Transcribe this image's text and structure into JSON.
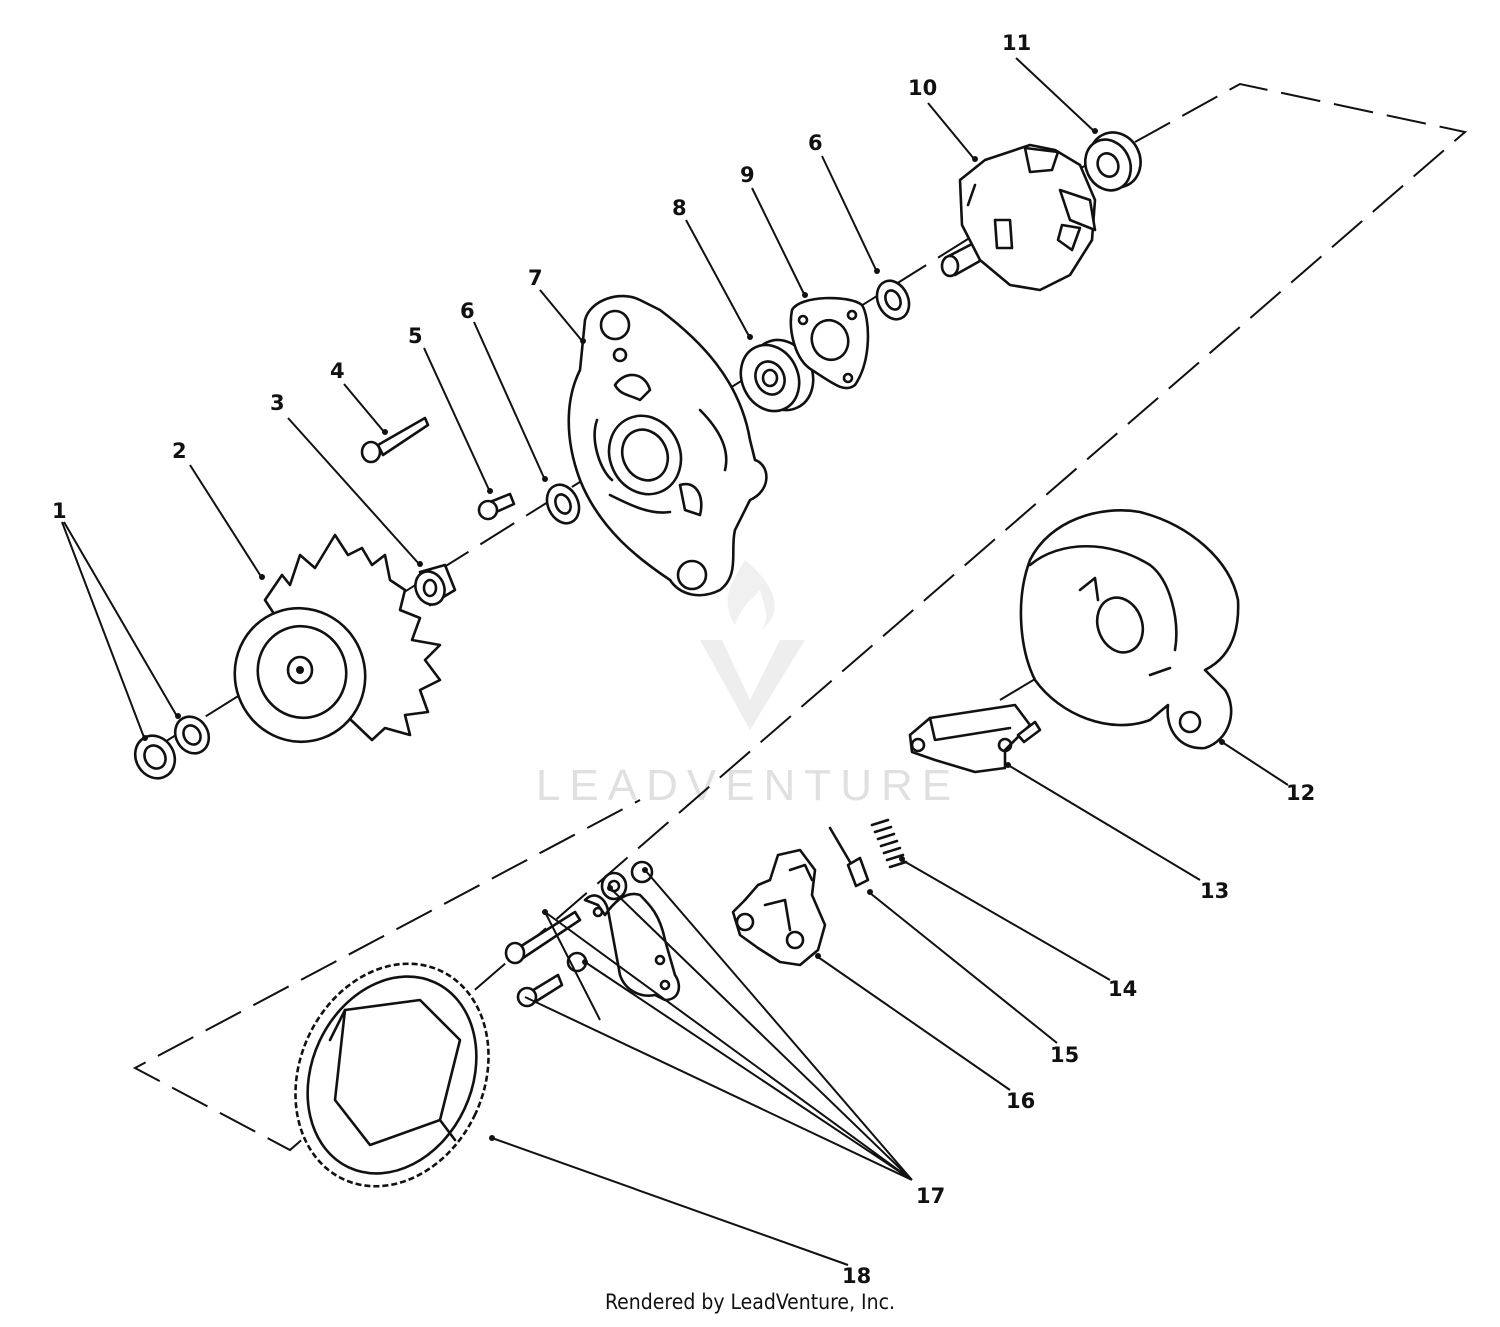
{
  "diagram": {
    "watermark": "LEADVENTURE",
    "credit": "Rendered by LeadVenture, Inc.",
    "callouts": [
      {
        "id": "c1",
        "label": "1"
      },
      {
        "id": "c2",
        "label": "2"
      },
      {
        "id": "c3",
        "label": "3"
      },
      {
        "id": "c4",
        "label": "4"
      },
      {
        "id": "c5",
        "label": "5"
      },
      {
        "id": "c6a",
        "label": "6"
      },
      {
        "id": "c7",
        "label": "7"
      },
      {
        "id": "c8",
        "label": "8"
      },
      {
        "id": "c9",
        "label": "9"
      },
      {
        "id": "c6b",
        "label": "6"
      },
      {
        "id": "c10",
        "label": "10"
      },
      {
        "id": "c11",
        "label": "11"
      },
      {
        "id": "c12",
        "label": "12"
      },
      {
        "id": "c13",
        "label": "13"
      },
      {
        "id": "c14",
        "label": "14"
      },
      {
        "id": "c15",
        "label": "15"
      },
      {
        "id": "c16",
        "label": "16"
      },
      {
        "id": "c17",
        "label": "17"
      },
      {
        "id": "c18",
        "label": "18"
      }
    ]
  }
}
